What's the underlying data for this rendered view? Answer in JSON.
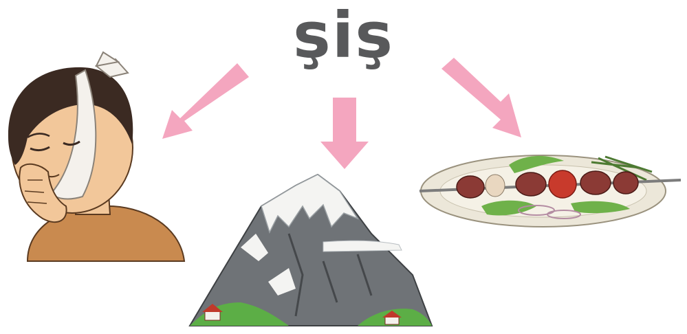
{
  "title": {
    "word": "şiş"
  },
  "colors": {
    "word": "#58595b",
    "arrow": "#f4a6bf",
    "skin": "#f2c79a",
    "hair": "#3b2a22",
    "shirt": "#c98a4f",
    "bandage": "#f4f1ec",
    "rock": "#6f7377",
    "snow": "#f4f4f2",
    "grass": "#5cae46",
    "meat": "#8b3a35",
    "tomato": "#c83a2c",
    "leaf": "#6fb14a",
    "plate": "#ece7d9"
  },
  "panels": [
    {
      "id": "swollen-cheek",
      "icon": "boy-toothache-icon"
    },
    {
      "id": "mountain-peak",
      "icon": "mountain-icon"
    },
    {
      "id": "skewer-kebab",
      "icon": "kebab-plate-icon"
    }
  ]
}
